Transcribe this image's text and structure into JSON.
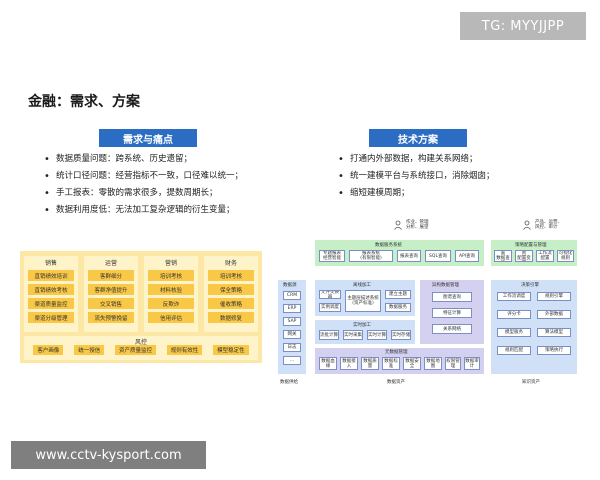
{
  "badge": "TG: MYYJJPP",
  "title": "金融：需求、方案",
  "left": {
    "header": "需求与痛点",
    "bullets": [
      "数据质量问题：跨系统、历史遗留；",
      "统计口径问题：经营指标不一致，口径难以统一；",
      "手工报表：零散的需求很多，提数周期长；",
      "数据利用度低：无法加工复杂逻辑的衍生变量；"
    ],
    "diagram": {
      "columns": [
        {
          "title": "销售",
          "items": [
            "直销绩效培训",
            "直销绩效考核",
            "渠道质量监控",
            "渠道分级管理"
          ]
        },
        {
          "title": "运营",
          "items": [
            "客群细分",
            "客群净值提升",
            "交叉销售",
            "流失预警挽留"
          ]
        },
        {
          "title": "营销",
          "items": [
            "培训考核",
            "材料核验",
            "反欺诈",
            "信用评估"
          ]
        },
        {
          "title": "财务",
          "items": [
            "培训考核",
            "保全策略",
            "催收策略",
            "数据修复"
          ]
        }
      ],
      "risk": {
        "title": "风控",
        "items": [
          "客户画像",
          "统一授信",
          "资产质量监控",
          "规则有效性",
          "模型稳定性"
        ]
      }
    }
  },
  "right": {
    "header": "技术方案",
    "bullets": [
      "打通内外部数据，构建关系网络；",
      "统一建模平台与系统接口，消除烟囱；",
      "缩短建模周期；"
    ],
    "diagram": {
      "top_people_left": "作业、管理\n分析、展望",
      "top_people_right": "产品、运营、\n风控、审计",
      "service_title": "数据服务系统",
      "services": [
        "专题报表\n经营智能",
        "报表系统\n(有限智能)",
        "报表查询",
        "SQL查询",
        "API查询"
      ],
      "decision_title": "策略配置与管理",
      "decisions": [
        "规则配置\n数据查询",
        "业务规则\n配置变量",
        "工作流\n配置",
        "可视化\n规则"
      ],
      "sources_title": "数据源",
      "sources": [
        "CRM",
        "ERP",
        "SAP",
        "网关",
        "日志",
        "…"
      ],
      "offline_title": "离线加工",
      "offline": [
        "文件交换器",
        "实例调度",
        "主题层描述系统\n(资产标准)",
        "建立主题",
        "数据服务"
      ],
      "realtime_title": "实时加工",
      "realtime": [
        "流批计算",
        "实时采集",
        "实时计算",
        "实时存储"
      ],
      "meta_title": "元数据管理",
      "meta": [
        "数据血缘",
        "数据接入",
        "数据质量",
        "数据标准",
        "数据安全",
        "数据地图",
        "权限管理",
        "数据审计"
      ],
      "mid_title": "异构数据管理",
      "mid": [
        "图谱查询",
        "特征计算",
        "关系网络"
      ],
      "engine_title": "决策引擎",
      "engine": [
        "工作流调度",
        "规则引擎",
        "评分卡",
        "外部数据",
        "模型服务",
        "算法模型",
        "规则匹配",
        "策略执行"
      ],
      "bottom_labels": [
        "数据供给",
        "数据资产",
        "知识资产"
      ]
    }
  },
  "watermark": "www.cctv-kysport.com",
  "colors": {
    "blue": "#2c6dc4",
    "yellow": "#fde7a5",
    "yellow_cell": "#f9c846",
    "green": "#c6efc8",
    "blue_light": "#cfe0f7",
    "purple": "#d4d0f0"
  }
}
